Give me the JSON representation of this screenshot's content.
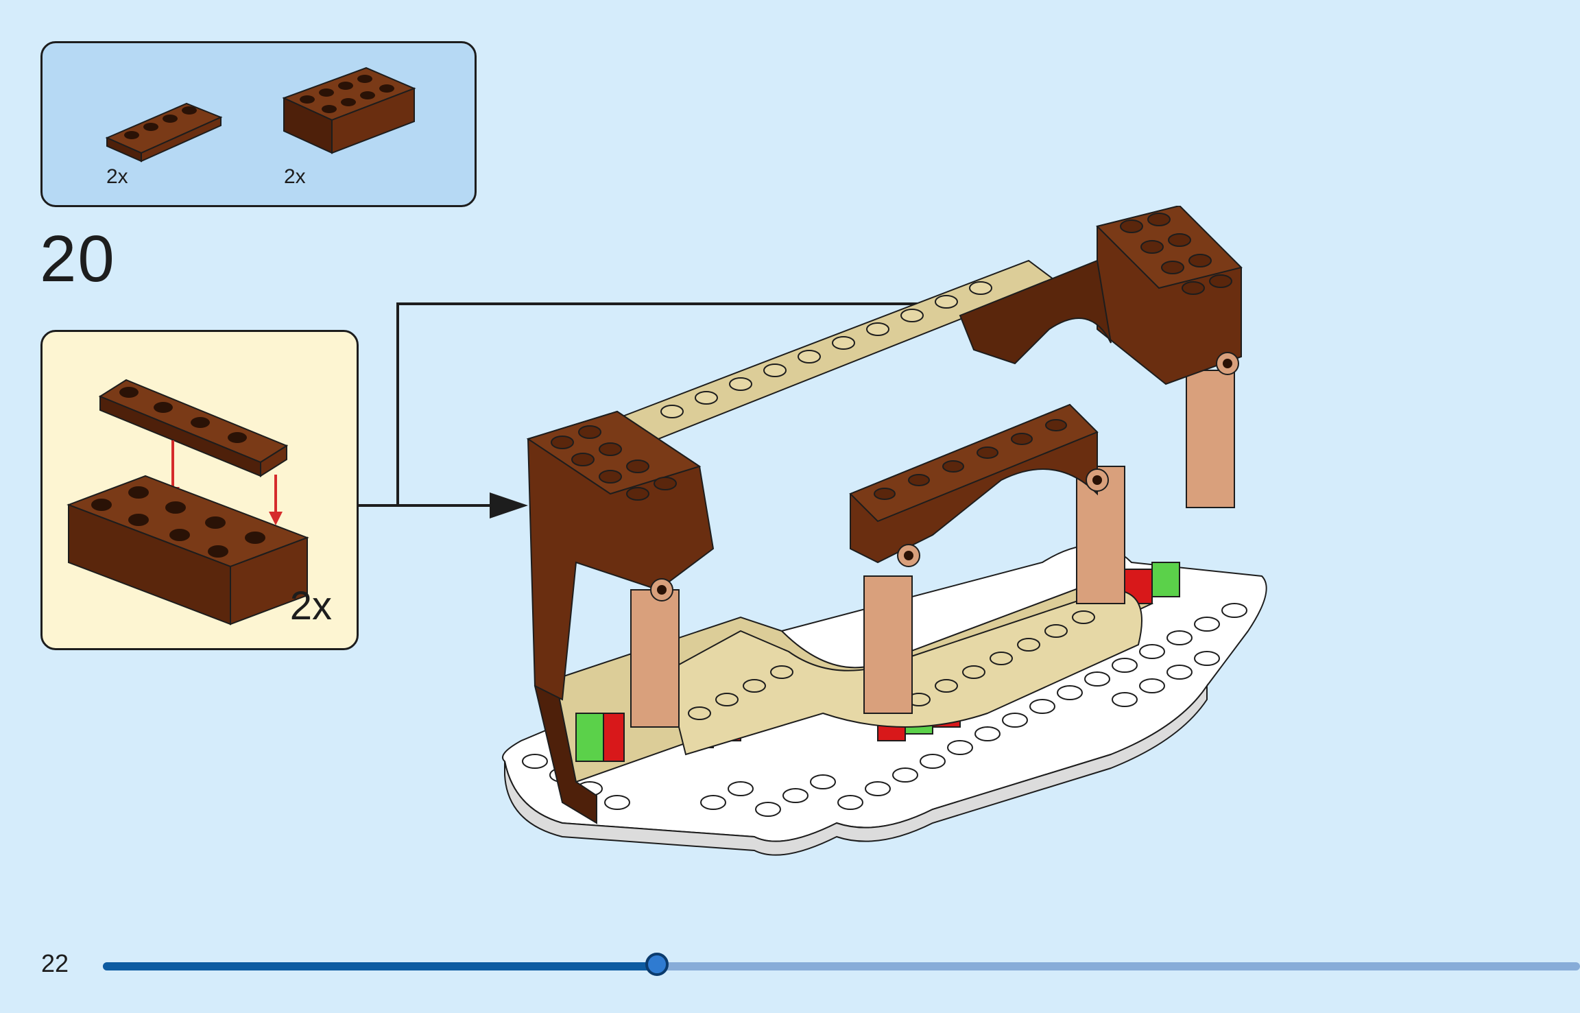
{
  "parts_list": {
    "items": [
      {
        "name": "brown-plate-1x4",
        "quantity": "2x"
      },
      {
        "name": "brown-brick-2x4",
        "quantity": "2x"
      }
    ]
  },
  "step": {
    "number": "20"
  },
  "sub_assembly": {
    "quantity": "2x"
  },
  "footer": {
    "page_number": "22",
    "progress": 0.375
  },
  "colors": {
    "background": "#d5ecfb",
    "parts_box": "#b6d9f4",
    "sub_box": "#fdf5d2",
    "reddish_brown": "#6a2e10",
    "tan": "#dccd98",
    "light_nougat": "#d9a07c",
    "white": "#ffffff",
    "green": "#5bd14a",
    "red": "#d8181a",
    "arrow": "#1d1d1d",
    "assembly_arrow": "#d52c2c",
    "progress_fill": "#0d5ba1",
    "progress_track": "#87acd8"
  }
}
